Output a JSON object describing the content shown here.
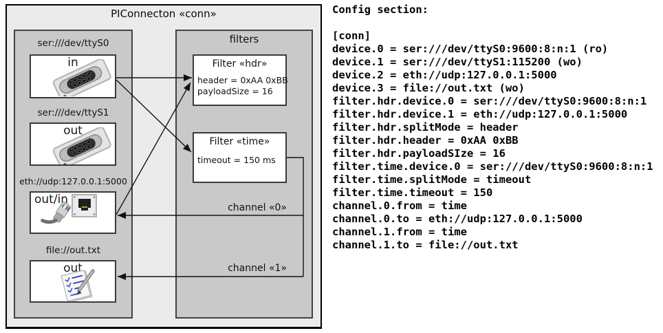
{
  "diagram": {
    "title": "PIConnecton «conn»",
    "devices": [
      {
        "url": "ser:///dev/ttyS0",
        "direction": "in",
        "icon": "serial-connector"
      },
      {
        "url": "ser:///dev/ttyS1",
        "direction": "out",
        "icon": "serial-connector"
      },
      {
        "url": "eth://udp:127.0.0.1:5000",
        "direction": "out/in",
        "icon": "ethernet-connector"
      },
      {
        "url": "file://out.txt",
        "direction": "out",
        "icon": "notepad"
      }
    ],
    "filters_title": "filters",
    "filters": [
      {
        "title": "Filter «hdr»",
        "attributes": [
          "header = 0xAA 0xBB",
          "payloadSize = 16"
        ]
      },
      {
        "title": "Filter «time»",
        "attributes": [
          "timeout = 150 ms"
        ]
      }
    ],
    "channel_labels": [
      "channel «0»",
      "channel «1»"
    ]
  },
  "config": {
    "heading": "Config section:",
    "lines": [
      "[conn]",
      "device.0 = ser:///dev/ttyS0:9600:8:n:1 (ro)",
      "device.1 = ser:///dev/ttyS1:115200 (wo)",
      "device.2 = eth://udp:127.0.0.1:5000",
      "device.3 = file://out.txt (wo)",
      "filter.hdr.device.0 = ser:///dev/ttyS0:9600:8:n:1",
      "filter.hdr.device.1 = eth://udp:127.0.0.1:5000",
      "filter.hdr.splitMode = header",
      "filter.hdr.header = 0xAA 0xBB",
      "filter.hdr.payloadSIze = 16",
      "filter.time.device.0 = ser:///dev/ttyS0:9600:8:n:1",
      "filter.time.splitMode = timeout",
      "filter.time.timeout = 150",
      "channel.0.from = time",
      "channel.0.to = eth://udp:127.0.0.1:5000",
      "channel.1.from = time",
      "channel.1.to = file://out.txt"
    ]
  },
  "colors": {
    "outer_background": "#ebebeb",
    "panel_background": "#c9c9c9",
    "box_background": "#ffffff",
    "line": "#111111",
    "text": "#000000"
  }
}
